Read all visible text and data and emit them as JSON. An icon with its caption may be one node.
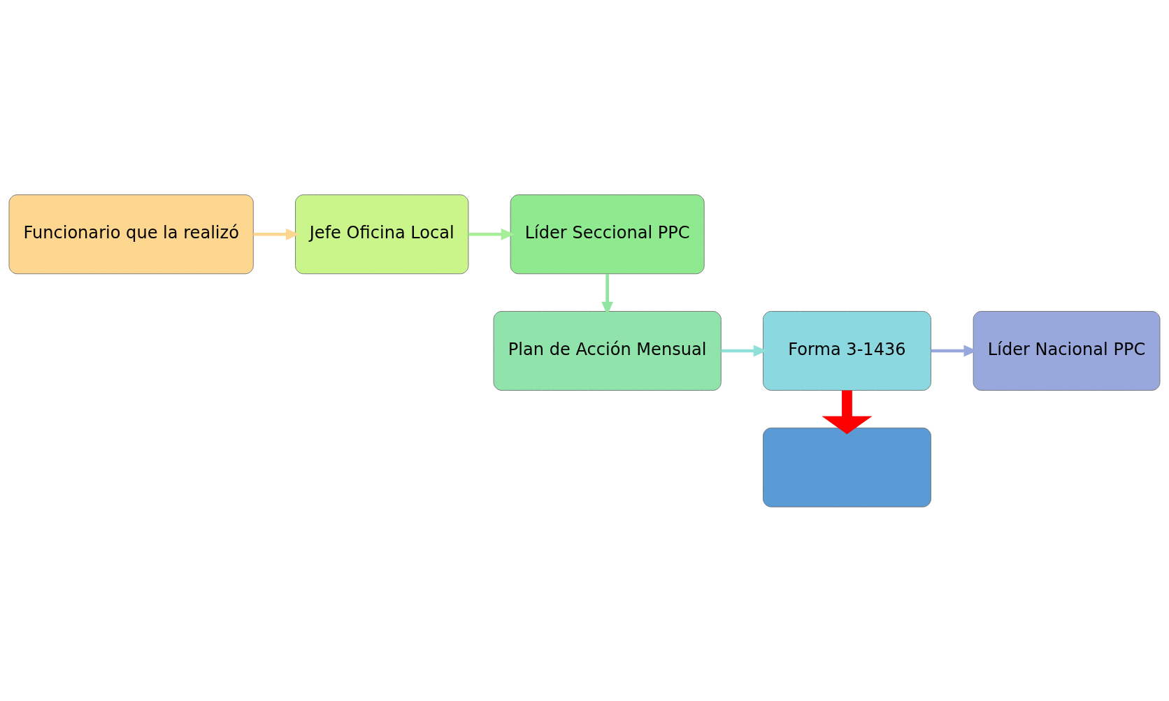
{
  "diagram": {
    "nodes": [
      {
        "text": [
          "Funcionario que la realizó"
        ]
      },
      {
        "text": [
          "Jefe Oficina Local"
        ]
      },
      {
        "text": [
          "Líder Seccional PPC"
        ]
      },
      {
        "text": [
          "Plan de Acción Mensual"
        ]
      },
      {
        "text": [
          "Forma 3-1436"
        ]
      },
      {
        "text": [
          "Líder Nacional PPC"
        ]
      },
      {
        "text": [],
        "shape": "box"
      }
    ],
    "edges": [
      {
        "from": 0,
        "to": 1,
        "arrow": "to",
        "color": "#fdd68f"
      },
      {
        "from": 1,
        "to": 2,
        "arrow": "to",
        "color": "#a6ee9a"
      },
      {
        "from": 2,
        "to": 3,
        "arrow": "to",
        "color": "#90e6a0"
      },
      {
        "from": 3,
        "to": 4,
        "arrow": "to",
        "color": "#8fe0d8"
      },
      {
        "from": 4,
        "to": 5,
        "arrow": "to",
        "color": "#98a8dc"
      },
      {
        "from": 4,
        "to": 6,
        "arrow": "to",
        "style": "thick",
        "color": "#ff0000"
      }
    ]
  }
}
